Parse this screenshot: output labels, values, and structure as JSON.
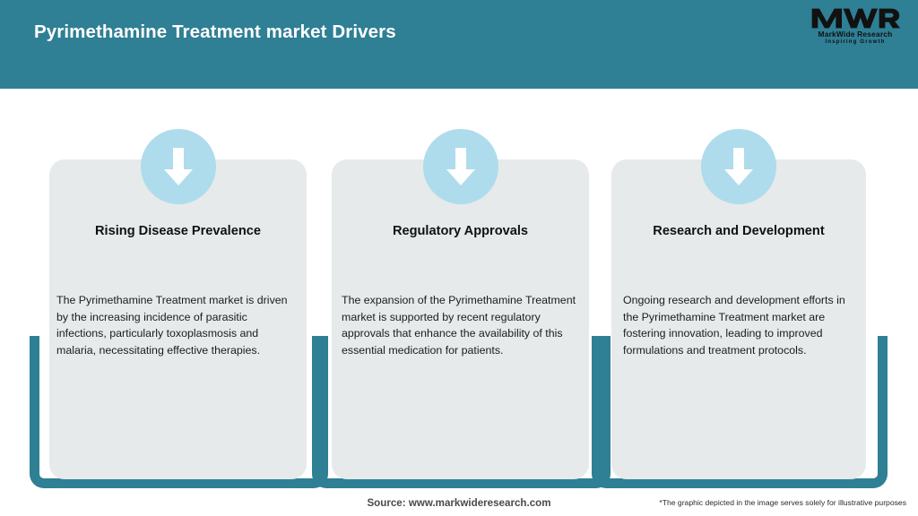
{
  "header": {
    "title": "Pyrimethamine Treatment market Drivers",
    "bg_color": "#2f7f95",
    "title_color": "#ffffff"
  },
  "logo": {
    "mark": "MWR",
    "name": "MarkWide Research",
    "tagline": "Inspiring Growth"
  },
  "cards": [
    {
      "icon": "arrow-down-icon",
      "title": "Rising Disease Prevalence",
      "body": "The Pyrimethamine Treatment market is driven by the increasing incidence of parasitic infections, particularly toxoplasmosis and malaria, necessitating effective therapies."
    },
    {
      "icon": "arrow-down-icon",
      "title": "Regulatory Approvals",
      "body": "The expansion of the Pyrimethamine Treatment market is supported by recent regulatory approvals that enhance the availability of this essential medication for patients."
    },
    {
      "icon": "arrow-down-icon",
      "title": "Research and Development",
      "body": "Ongoing research and development efforts in the Pyrimethamine Treatment market are fostering innovation, leading to improved formulations and treatment protocols."
    }
  ],
  "footer": {
    "source": "Source: www.markwideresearch.com",
    "disclaimer": "*The graphic depicted in the image serves solely for illustrative purposes"
  },
  "colors": {
    "accent_teal": "#2f7f95",
    "card_bg": "#e6eaeb",
    "icon_circle": "#aedcec",
    "arrow": "#ffffff"
  }
}
